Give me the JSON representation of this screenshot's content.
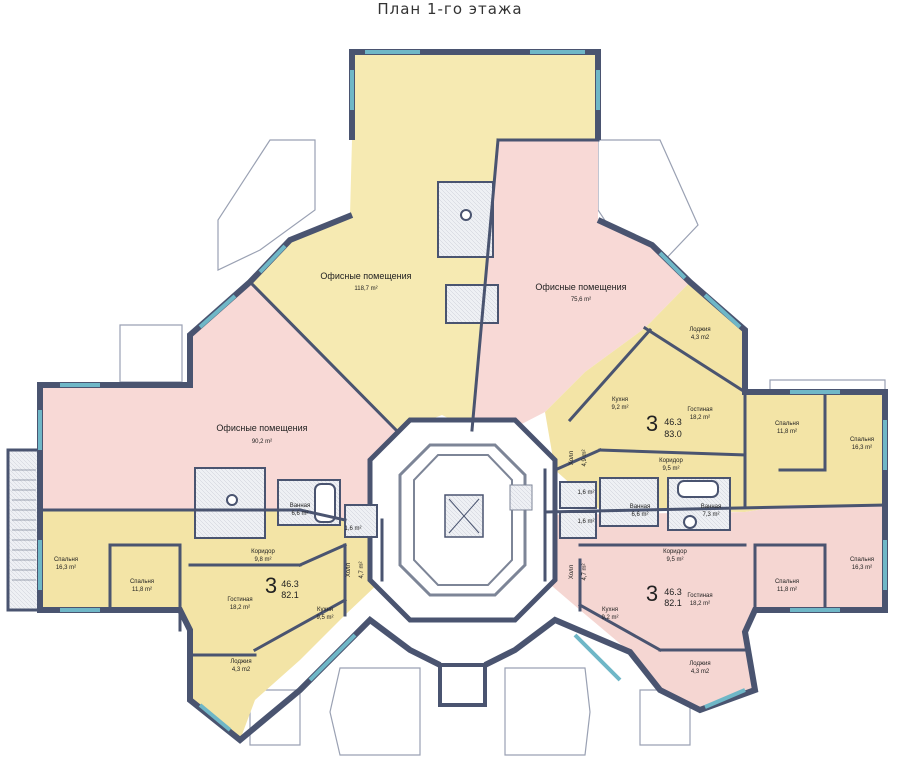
{
  "title": "План 1-го этажа",
  "colors": {
    "office_yellow": "#f6eab2",
    "office_pink": "#f8d9d6",
    "apt_yellow": "#f3e4a6",
    "apt_pink": "#f5d6d2",
    "wall": "#4a5470",
    "window": "#6fb7c7"
  },
  "offices": [
    {
      "name": "Офисные помещения",
      "area": "118,7 m²"
    },
    {
      "name": "Офисные помещения",
      "area": "75,6 m²"
    },
    {
      "name": "Офисные помещения",
      "area": "90,2 m²"
    }
  ],
  "apartments": {
    "tr": {
      "rooms": "3",
      "area_top": "46.3",
      "area_bottom": "83.0",
      "loggia": "Лоджия",
      "loggia_area": "4,3 m2",
      "kitchen": "Кухня",
      "kitchen_area": "9,2 m²",
      "living": "Гостиная",
      "living_area": "18,2 m²",
      "bed1": "Спальня",
      "bed1_area": "11,8 m²",
      "bed2": "Спальня",
      "bed2_area": "16,3 m²",
      "hall": "Холл",
      "hall_area": "4,9 m²",
      "corridor": "Коридор",
      "corridor_area": "9,5 m²",
      "wc": "1,6 m²",
      "bath1": "Ванная",
      "bath1_area": "6,6 m²",
      "bath2": "Ванная",
      "bath2_area": "7,3 m²"
    },
    "br": {
      "rooms": "3",
      "area_top": "46.3",
      "area_bottom": "82.1",
      "loggia": "Лоджия",
      "loggia_area": "4,3 m2",
      "kitchen": "Кухня",
      "kitchen_area": "9,2 m²",
      "living": "Гостиная",
      "living_area": "18,2 m²",
      "bed1": "Спальня",
      "bed1_area": "11,8 m²",
      "bed2": "Спальня",
      "bed2_area": "16,3 m²",
      "hall": "Холл",
      "hall_area": "4,7 m²",
      "corridor": "Коридор",
      "corridor_area": "9,5 m²",
      "wc": "1,6 m²"
    },
    "bl": {
      "rooms": "3",
      "area_top": "46.3",
      "area_bottom": "82.1",
      "loggia": "Лоджия",
      "loggia_area": "4,3 m2",
      "kitchen": "Кухня",
      "kitchen_area": "9,5 m²",
      "living": "Гостиная",
      "living_area": "18,2 m²",
      "bed1": "Спальня",
      "bed1_area": "11,8 m²",
      "bed2": "Спальня",
      "bed2_area": "16,3 m²",
      "hall": "Холл",
      "hall_area": "4,7 m²",
      "corridor": "Коридор",
      "corridor_area": "9,8 m²",
      "wc": "1,6 m²",
      "bath": "Ванная",
      "bath_area": "6,6 m²"
    }
  }
}
